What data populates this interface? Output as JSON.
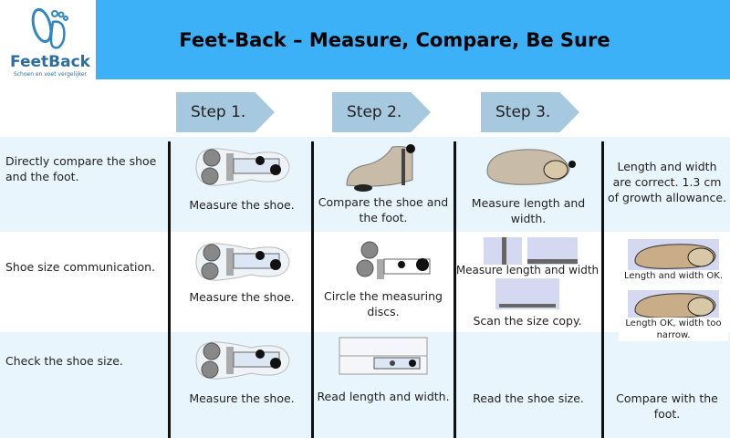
{
  "logo": {
    "name": "FeetBack",
    "tagline": "Schoen en voet vergelijker"
  },
  "header": {
    "title": "Feet-Back – Measure, Compare, Be Sure"
  },
  "steps": [
    "Step 1.",
    "Step 2.",
    "Step 3."
  ],
  "rows": [
    {
      "label": "Directly compare the shoe and the foot.",
      "cells": [
        "Measure the shoe.",
        "Compare the shoe and the foot.",
        "Measure length and width.",
        "Length and width are correct. 1.3 cm of growth allowance."
      ]
    },
    {
      "label": "Shoe size communication.",
      "cells": [
        "Measure the shoe.",
        "Circle the measuring discs.",
        "Measure length and width",
        "Scan the size copy.",
        "Length and width OK.",
        "Length OK, width too narrow."
      ]
    },
    {
      "label": "Check the shoe size.",
      "cells": [
        "Measure the shoe.",
        "Read length and width.",
        "Read the shoe size.",
        "Compare with the foot."
      ]
    }
  ],
  "colors": {
    "banner": "#3cb1f7",
    "step": "#a6c9e0",
    "rowbg": "#e9f5fd",
    "brand": "#2a6fa3"
  }
}
